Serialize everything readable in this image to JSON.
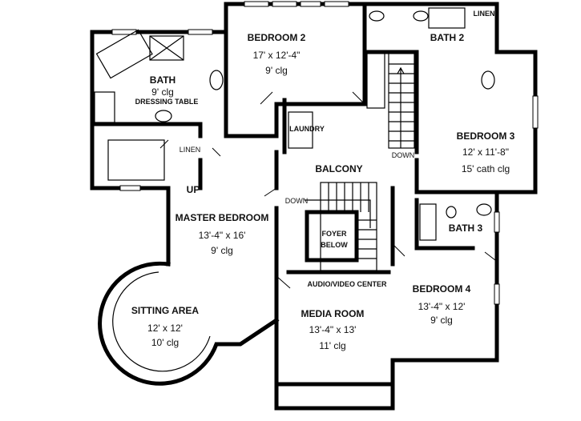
{
  "rooms": {
    "bedroom2": {
      "name": "BEDROOM 2",
      "size": "17' x 12'-4\"",
      "ceiling": "9' clg"
    },
    "master_bath": {
      "name": "BATH",
      "ceiling": "9' clg",
      "dressing": "DRESSING TABLE",
      "linen": "LINEN"
    },
    "laundry": {
      "name": "LAUNDRY"
    },
    "bath2": {
      "name": "BATH 2",
      "linen": "LINEN"
    },
    "bedroom3": {
      "name": "BEDROOM 3",
      "size": "12' x 11'-8\"",
      "ceiling": "15' cath clg"
    },
    "stairs_right": {
      "label": "DOWN"
    },
    "balcony": {
      "name": "BALCONY",
      "down": "DOWN"
    },
    "master_bedroom": {
      "name": "MASTER BEDROOM",
      "size": "13'-4\" x 16'",
      "ceiling": "9' clg",
      "up": "UP"
    },
    "foyer": {
      "line1": "FOYER",
      "line2": "BELOW"
    },
    "bath3": {
      "name": "BATH 3"
    },
    "audio_video": {
      "name": "AUDIO/VIDEO CENTER"
    },
    "bedroom4": {
      "name": "BEDROOM 4",
      "size": "13'-4\" x 12'",
      "ceiling": "9' clg"
    },
    "sitting_area": {
      "name": "SITTING AREA",
      "size": "12' x 12'",
      "ceiling": "10' clg"
    },
    "media_room": {
      "name": "MEDIA ROOM",
      "size": "13'-4\" x 13'",
      "ceiling": "11' clg"
    }
  }
}
